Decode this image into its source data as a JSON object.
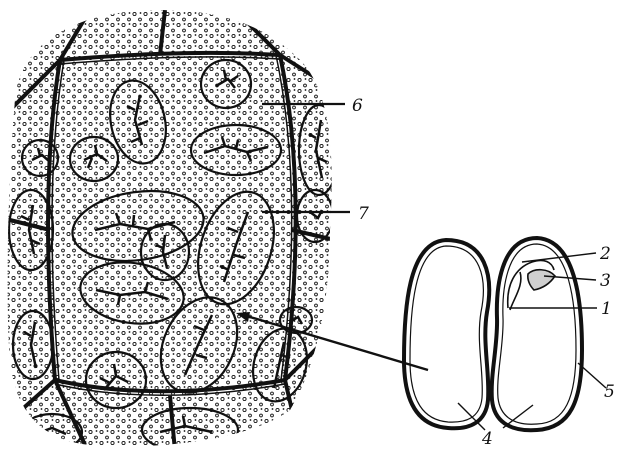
{
  "labels": {
    "l1": "1",
    "l2": "2",
    "l3": "3",
    "l4": "4",
    "l5": "5",
    "l6": "6",
    "l7": "7"
  },
  "colors": {
    "ink": "#111111",
    "background": "#ffffff",
    "radicle_fill": "#cfcfcf"
  }
}
